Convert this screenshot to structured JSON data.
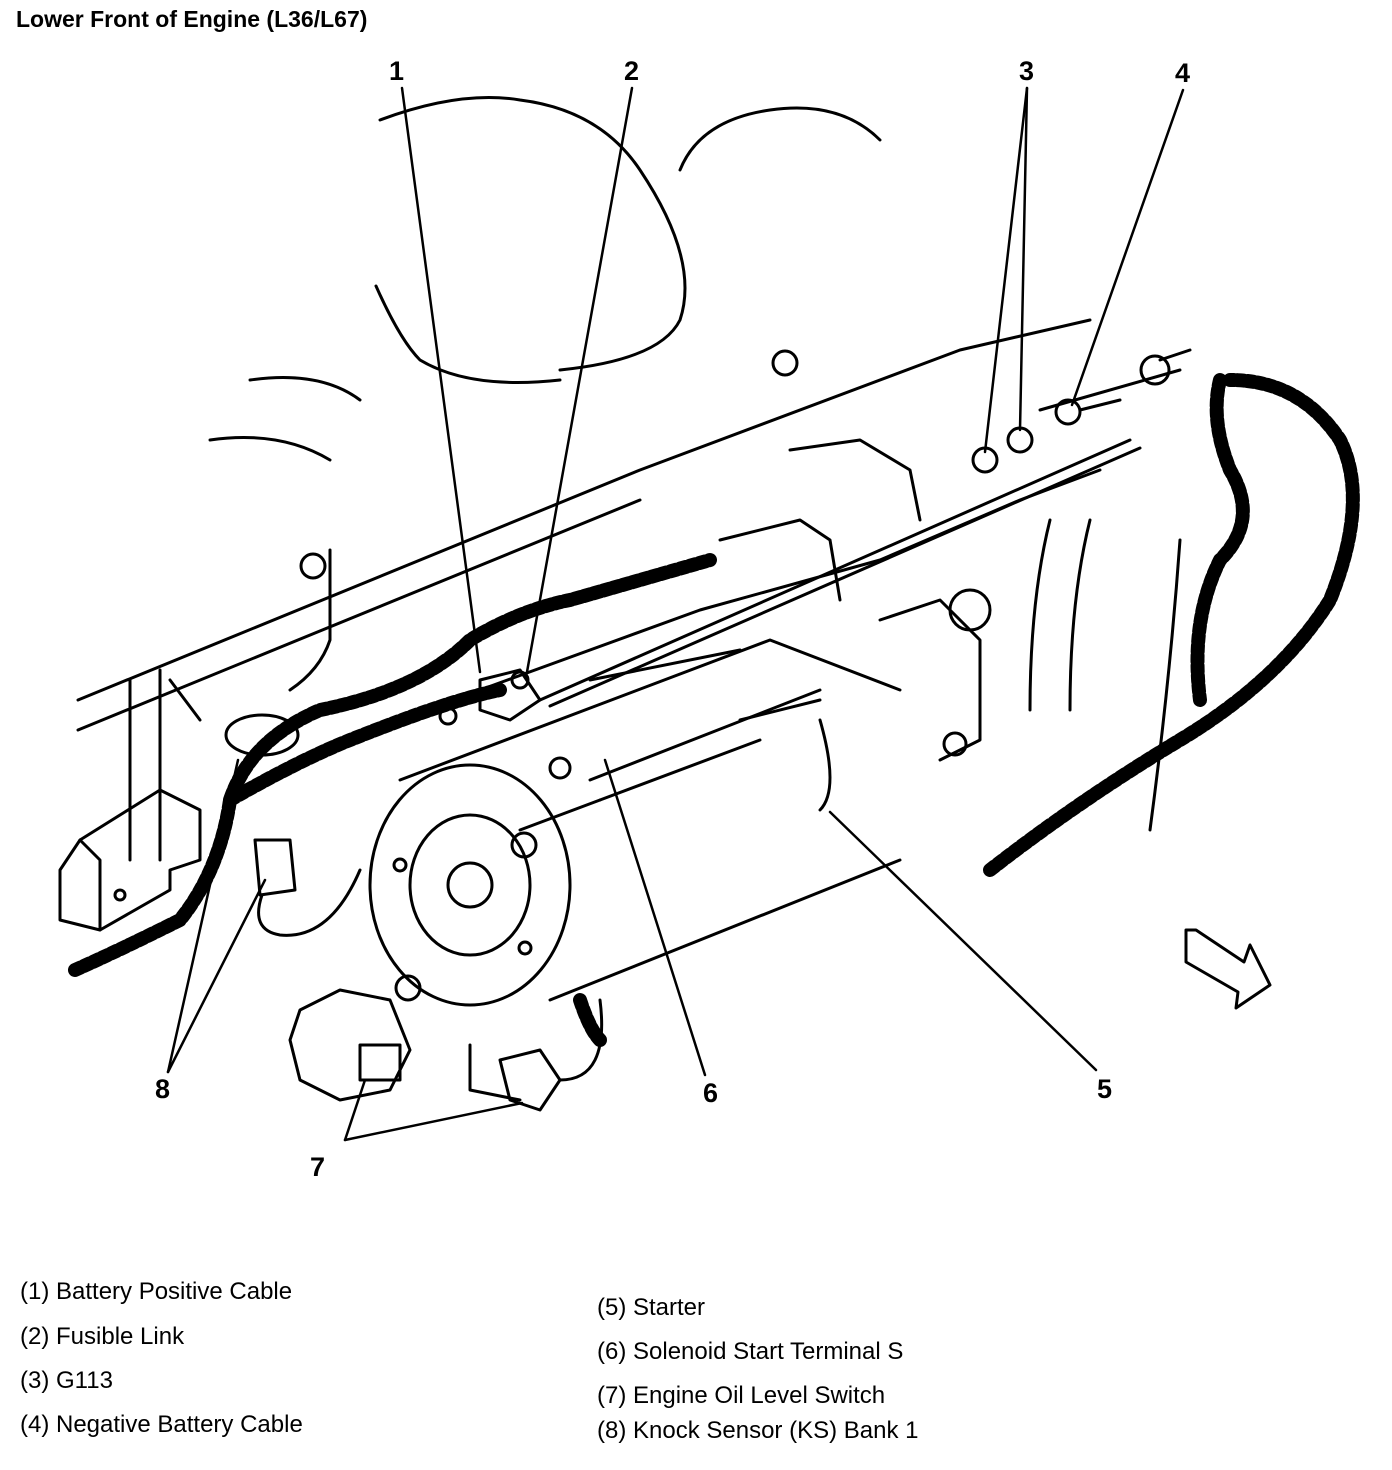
{
  "title": "Lower Front of Engine (L36/L67)",
  "callouts": [
    {
      "id": "1",
      "label": "1"
    },
    {
      "id": "2",
      "label": "2"
    },
    {
      "id": "3",
      "label": "3"
    },
    {
      "id": "4",
      "label": "4"
    },
    {
      "id": "5",
      "label": "5"
    },
    {
      "id": "6",
      "label": "6"
    },
    {
      "id": "7",
      "label": "7"
    },
    {
      "id": "8",
      "label": "8"
    }
  ],
  "legend": [
    "(1) Battery Positive Cable",
    "(2) Fusible Link",
    "(3) G113",
    "(4) Negative Battery Cable",
    "(5) Starter",
    "(6) Solenoid Start Terminal S",
    "(7) Engine Oil Level Switch",
    "(8) Knock Sensor (KS) Bank 1"
  ]
}
